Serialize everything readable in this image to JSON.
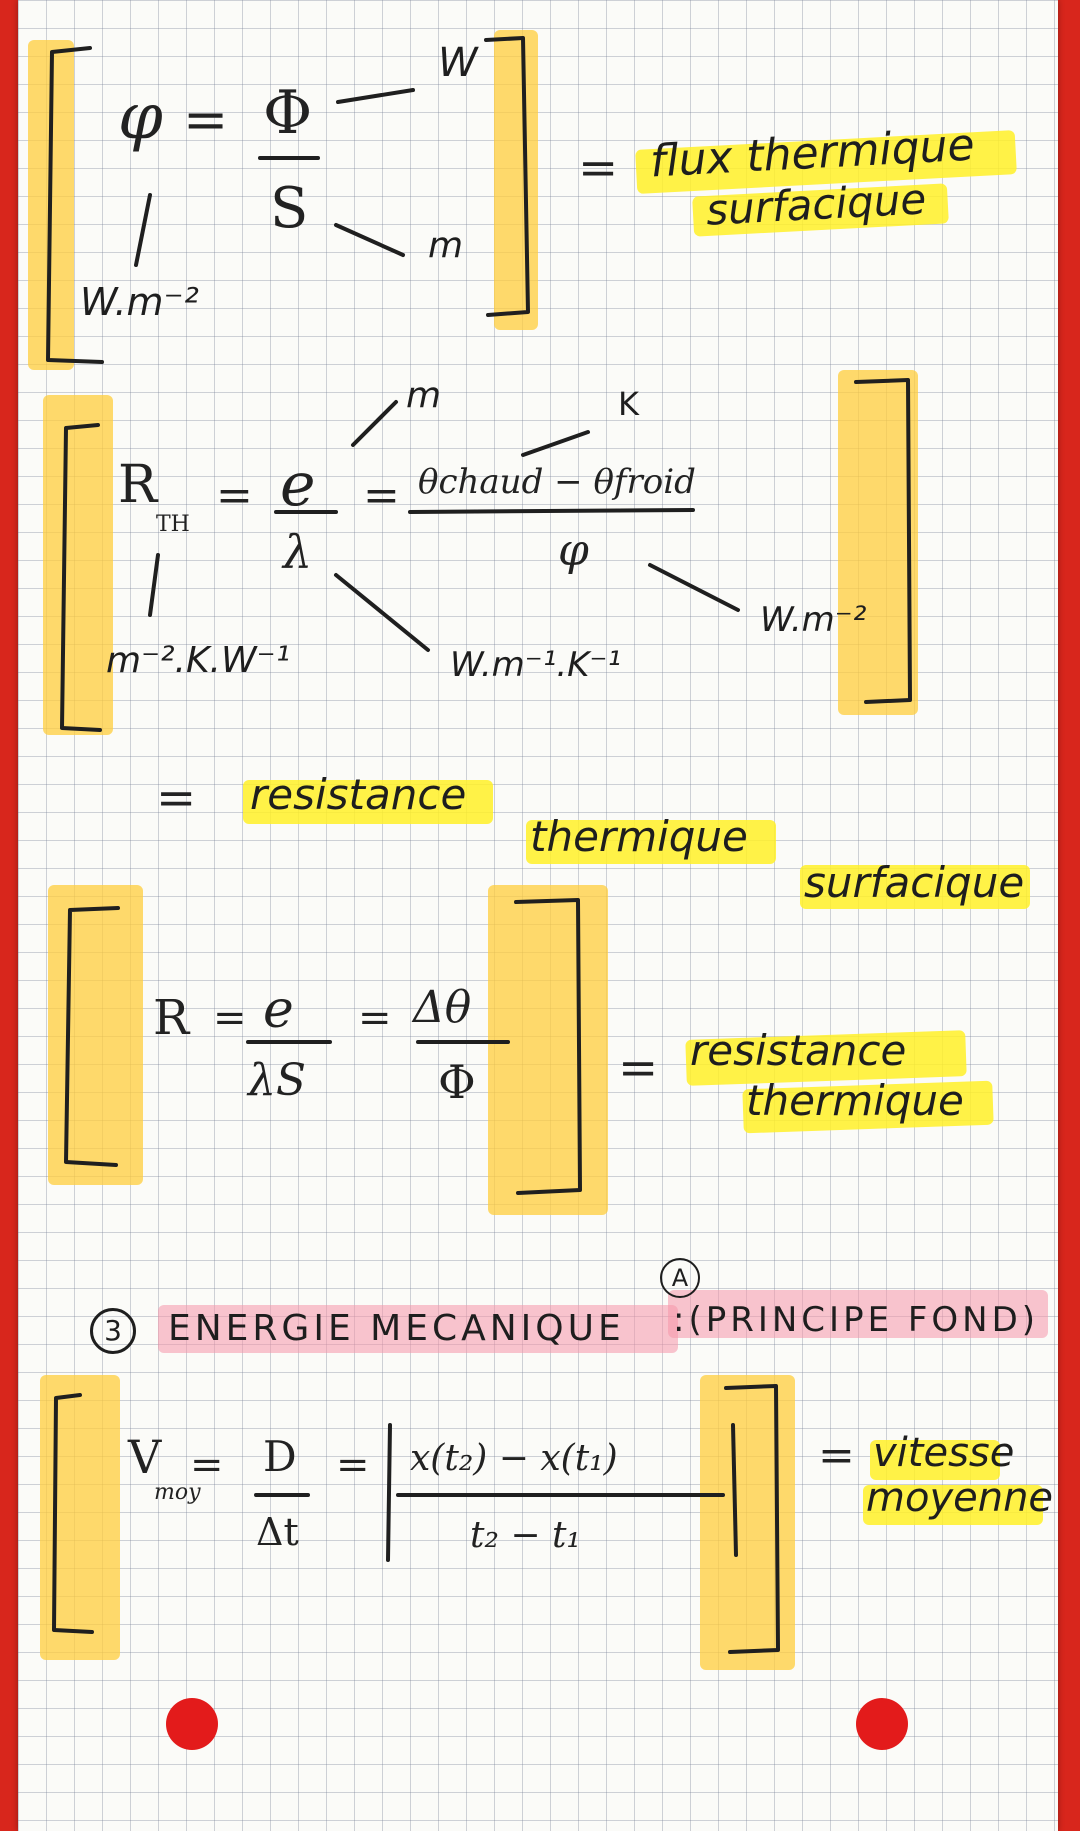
{
  "section1": {
    "lhs": "φ",
    "eq": "=",
    "numerator": "Φ",
    "denominator": "S",
    "unit_num": "W",
    "unit_den": "m",
    "unit_lhs": "W.m⁻²",
    "result_eq": "=",
    "result_line1": "flux thermique",
    "result_line2": "surfacique"
  },
  "section2": {
    "lhs": "R",
    "lhs_sub": "TH",
    "eq1": "=",
    "num1": "e",
    "den1": "λ",
    "eq2": "=",
    "num2": "θchaud − θfroid",
    "den2": "φ",
    "unit_e": "m",
    "unit_theta": "K",
    "unit_lambda": "W.m⁻¹.K⁻¹",
    "unit_phi": "W.m⁻²",
    "unit_lhs": "m⁻².K.W⁻¹",
    "result_eq": "=",
    "result_line1": "resistance",
    "result_line2": "thermique",
    "result_line3": "surfacique"
  },
  "section3": {
    "lhs": "R",
    "eq1": "=",
    "num1": "e",
    "den1": "λS",
    "eq2": "=",
    "num2": "Δθ",
    "den2": "Φ",
    "result_eq": "=",
    "result_line1": "resistance",
    "result_line2": "thermique"
  },
  "heading": {
    "number": "3",
    "title": "ENERGIE MECANIQUE",
    "marker": "A",
    "subtitle": ":(PRINCIPE FOND)"
  },
  "section4": {
    "lhs": "V",
    "lhs_sub": "moy",
    "eq1": "=",
    "num1": "D",
    "den1": "Δt",
    "eq2": "=",
    "num2": "x(t₂) − x(t₁)",
    "den2": "t₂ − t₁",
    "result_eq": "=",
    "result_line1": "vitesse",
    "result_line2": "moyenne"
  },
  "colors": {
    "paper": "#fbfbf8",
    "border": "#d8261c",
    "highlight_yellow": "#fff028",
    "highlight_orange": "#ffcd3c",
    "highlight_pink": "#f596aa",
    "ink": "#222222"
  }
}
